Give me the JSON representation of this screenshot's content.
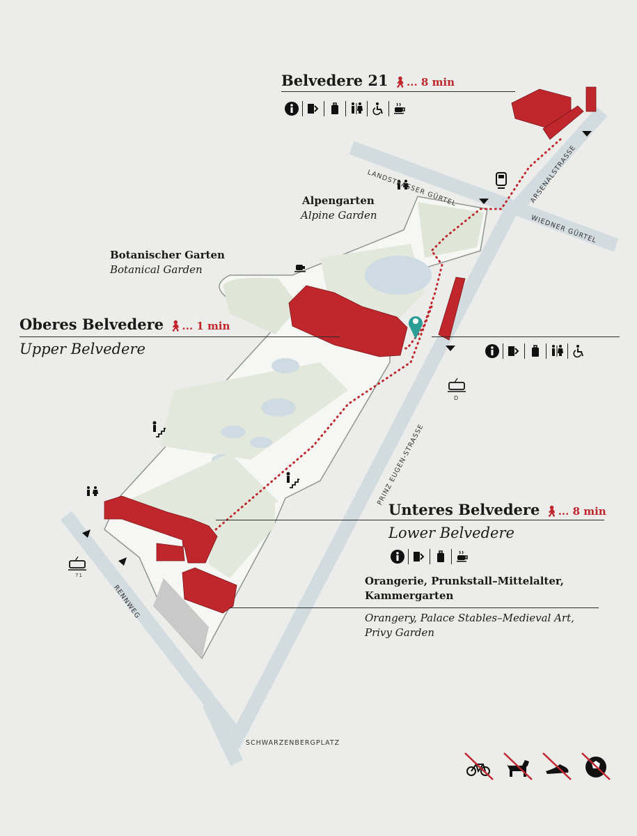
{
  "belvedere21": {
    "name": "Belvedere 21",
    "walk": "... 8 min"
  },
  "alpengarten": {
    "de": "Alpengarten",
    "en": "Alpine Garden"
  },
  "botanical": {
    "de": "Botanischer Garten",
    "en": "Botanical Garden"
  },
  "oberes": {
    "de": "Oberes Belvedere",
    "en": "Upper Belvedere",
    "walk": "... 1 min"
  },
  "unteres": {
    "de": "Unteres Belvedere",
    "en": "Lower Belvedere",
    "walk": "... 8 min"
  },
  "orangerie": {
    "de_line1": "Orangerie, Prunkstall–Mittelalter,",
    "de_line2": "Kammergarten",
    "en_line1": "Orangery, Palace Stables–Medieval Art,",
    "en_line2": "Privy Garden"
  },
  "streets": {
    "landstrasser": "LANDSTRASSER GÜRTEL",
    "wiedner": "WIEDNER GÜRTEL",
    "arsenal": "ARSENALSTRASSE",
    "prinz": "PRINZ EUGEN-STRASSE",
    "rennweg": "RENNWEG",
    "schwarzenberg": "SCHWARZENBERGPLATZ"
  },
  "tram": {
    "d": "D",
    "71": "71"
  },
  "icon_names": [
    "info-icon",
    "ticket-icon",
    "locker-icon",
    "toilet-icon",
    "wheelchair-icon",
    "cafe-icon",
    "no-bicycle-icon",
    "no-dog-icon",
    "no-running-icon",
    "no-ball-icon"
  ],
  "colors": {
    "red": "#c0272d",
    "route": "#c0272d",
    "pin": "#2a9d95",
    "park": "#f4f5f3",
    "lawn": "#dde5d5",
    "water": "#c9d6df",
    "road": "#d5dde1"
  }
}
